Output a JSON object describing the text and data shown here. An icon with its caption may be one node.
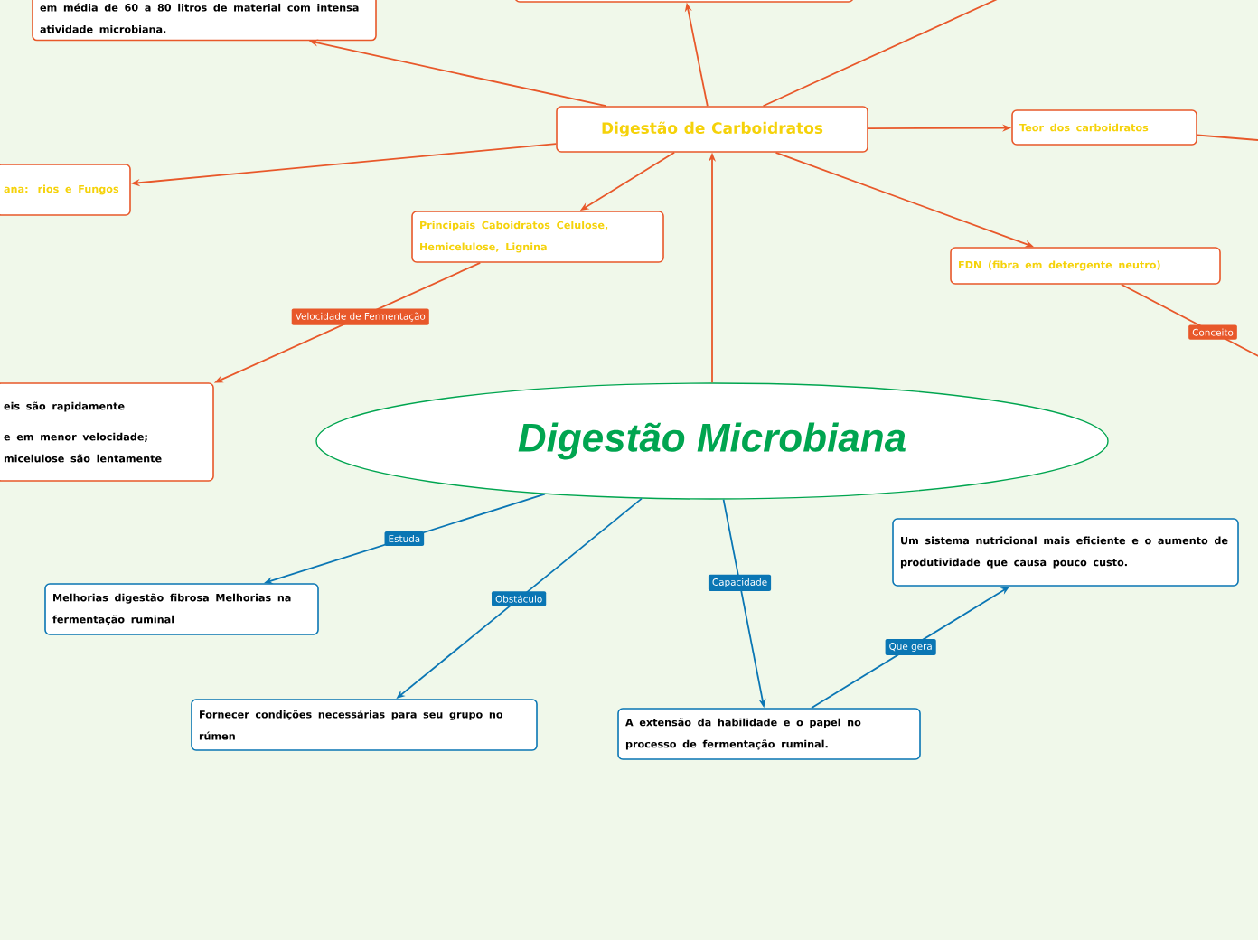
{
  "diagram": {
    "nodes": [
      {
        "text": [
          "em média de 60 a 80 litros de material com intensa atividade microbiana."
        ]
      },
      {
        "text": [],
        "shape": "box"
      },
      {
        "text": [
          "Digestão de Carboidratos"
        ]
      },
      {
        "text": [
          "Teor dos carboidratos"
        ]
      },
      {
        "text": [
          "ana: rios e Fungos"
        ]
      },
      {
        "text": [
          "Principais Caboidratos Celulose, Hemicelulose, Lignina"
        ]
      },
      {
        "text": [
          "FDN (fibra em detergente neutro)"
        ]
      },
      {
        "text": [
          "eis são rapidamente",
          "e em menor velocidade; micelulose são lentamente"
        ]
      },
      {
        "text": [
          "Digestão Microbiana"
        ]
      },
      {
        "text": [
          "Melhorias digestão fibrosa Melhorias na fermentação ruminal"
        ]
      },
      {
        "text": [
          "Um sistema nutricional mais eficiente e o aumento de produtividade que causa pouco custo."
        ]
      },
      {
        "text": [
          "Fornecer condições necessárias para seu grupo no rúmen"
        ]
      },
      {
        "text": [
          "A extensão da habilidade e o papel no processo de fermentação ruminal."
        ]
      }
    ],
    "edges": [
      {
        "from": 8,
        "to": 2,
        "arrow": "to"
      },
      {
        "from": 2,
        "to": 0,
        "arrow": "to"
      },
      {
        "from": 2,
        "to": 1,
        "arrow": "to"
      },
      {
        "from": 2,
        "to": null,
        "arrow": "none"
      },
      {
        "from": 2,
        "to": 4,
        "arrow": "to"
      },
      {
        "from": 2,
        "to": 5,
        "arrow": "to"
      },
      {
        "from": 2,
        "to": 3,
        "arrow": "to"
      },
      {
        "from": 2,
        "to": 6,
        "arrow": "to"
      },
      {
        "from": 3,
        "to": null,
        "arrow": "none"
      },
      {
        "from": 6,
        "to": null,
        "arrow": "none",
        "label": "Conceito"
      },
      {
        "from": 5,
        "to": 7,
        "arrow": "to",
        "label": "Velocidade de Fermentação"
      },
      {
        "from": 8,
        "to": 9,
        "arrow": "to",
        "label": "Estuda",
        "color": "#0a76b4"
      },
      {
        "from": 8,
        "to": 11,
        "arrow": "to",
        "label": "Obstáculo",
        "color": "#0a76b4"
      },
      {
        "from": 8,
        "to": 12,
        "arrow": "to",
        "label": "Capacidade",
        "color": "#0a76b4"
      },
      {
        "from": 12,
        "to": 10,
        "arrow": "to",
        "label": "Que gera",
        "color": "#0a76b4"
      }
    ]
  }
}
